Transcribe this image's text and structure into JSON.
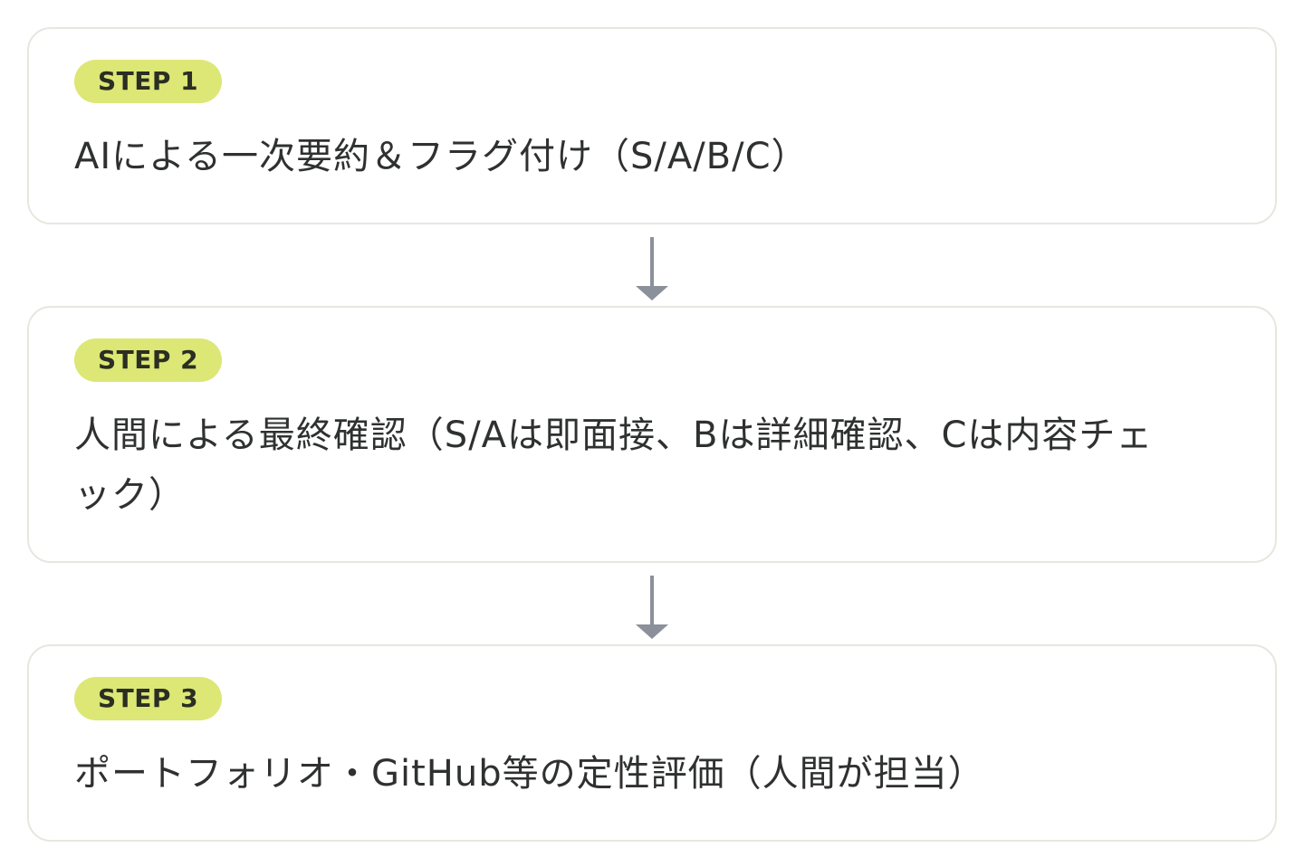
{
  "steps": [
    {
      "badge": "STEP 1",
      "text": "AIによる一次要約＆フラグ付け（S/A/B/C）"
    },
    {
      "badge": "STEP 2",
      "text": "人間による最終確認（S/Aは即面接、Bは詳細確認、Cは内容チェック）"
    },
    {
      "badge": "STEP 3",
      "text": "ポートフォリオ・GitHub等の定性評価（人間が担当）"
    }
  ],
  "colors": {
    "badge_bg": "#dce775",
    "card_border": "#e6e7df",
    "arrow": "#8b909b",
    "text": "#2f3130"
  },
  "icons": {
    "connector": "arrow-down-icon"
  }
}
